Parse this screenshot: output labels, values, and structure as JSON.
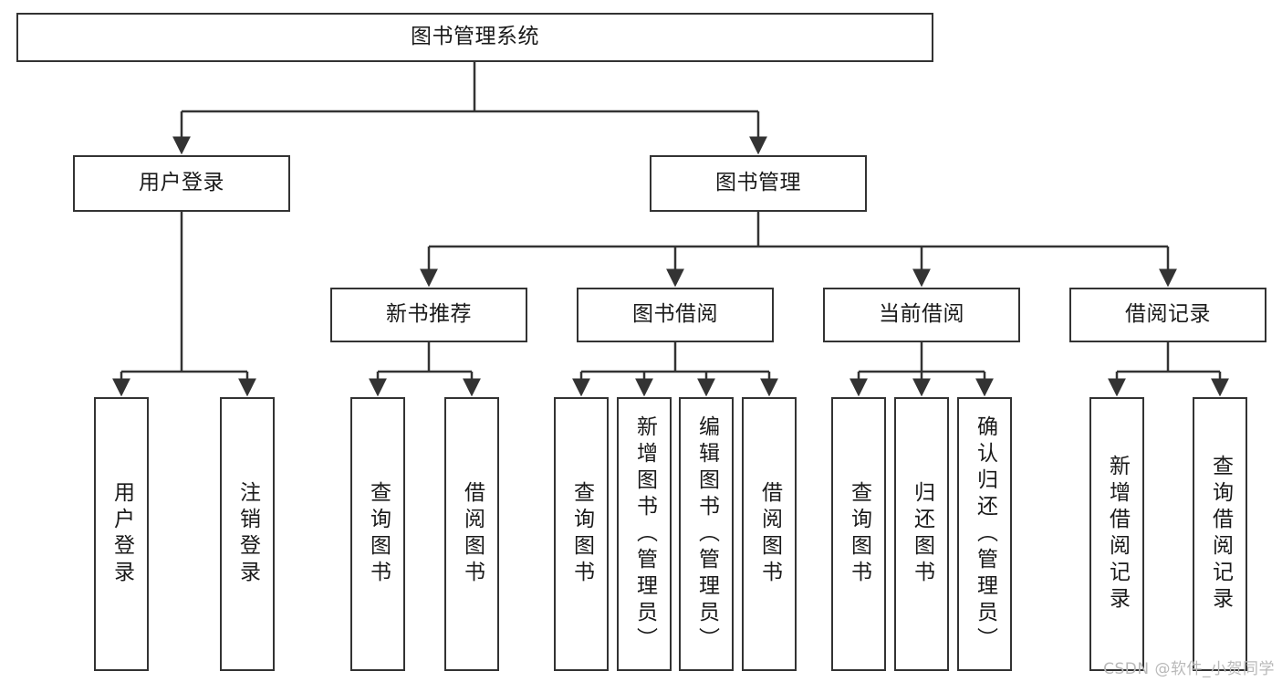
{
  "diagram": {
    "title": "图书管理系统",
    "type": "tree-hierarchy-chart",
    "watermark": "CSDN @软件_小贺同学",
    "colors": {
      "stroke": "#333333",
      "fill": "#ffffff",
      "text": "#1a1a1a",
      "watermark": "#b9b9b9"
    }
  },
  "nodes": {
    "root": {
      "label": "图书管理系统"
    },
    "level2": [
      {
        "label": "用户登录"
      },
      {
        "label": "图书管理"
      }
    ],
    "level3": [
      {
        "label": "新书推荐"
      },
      {
        "label": "图书借阅"
      },
      {
        "label": "当前借阅"
      },
      {
        "label": "借阅记录"
      }
    ],
    "leaves": {
      "user_login": [
        {
          "label": "用户登录"
        },
        {
          "label": "注销登录"
        }
      ],
      "new_book_recommend": [
        {
          "label": "查询图书"
        },
        {
          "label": "借阅图书"
        }
      ],
      "book_borrow": [
        {
          "label": "查询图书"
        },
        {
          "label": "新增图书（管理员）"
        },
        {
          "label": "编辑图书（管理员）"
        },
        {
          "label": "借阅图书"
        }
      ],
      "current_borrow": [
        {
          "label": "查询图书"
        },
        {
          "label": "归还图书"
        },
        {
          "label": "确认归还（管理员）"
        }
      ],
      "borrow_record": [
        {
          "label": "新增借阅记录"
        },
        {
          "label": "查询借阅记录"
        }
      ]
    }
  }
}
